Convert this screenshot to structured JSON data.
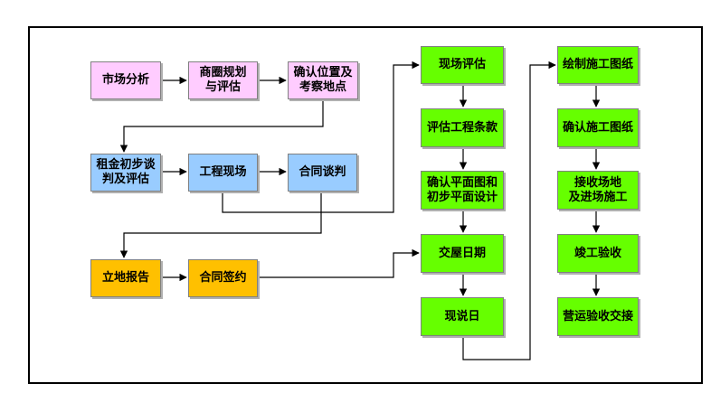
{
  "colors": {
    "pink": "#ffccff",
    "blue": "#99ccff",
    "orange": "#ffc000",
    "green": "#66ff00",
    "line": "#000000"
  },
  "nodes": {
    "market_analysis": "市场分析",
    "trade_area_planning": "商圈规划\n与评估",
    "confirm_location": "确认位置及\n考察地点",
    "rent_negotiation": "租金初步谈\n判及评估",
    "site_engineering": "工程现场",
    "contract_negotiation": "合同谈判",
    "site_report": "立地报告",
    "contract_signing": "合同签约",
    "site_assessment": "现场评估",
    "assess_terms": "评估工程条款",
    "floor_plan": "确认平面图和\n初步平面设计",
    "handover_date": "交屋日期",
    "site_day": "现说日",
    "construction_drawings": "绘制施工图纸",
    "confirm_drawings": "确认施工图纸",
    "receive_site": "接收场地\n及进场施工",
    "completion_acceptance": "竣工验收",
    "operation_handover": "营运验收交接"
  }
}
